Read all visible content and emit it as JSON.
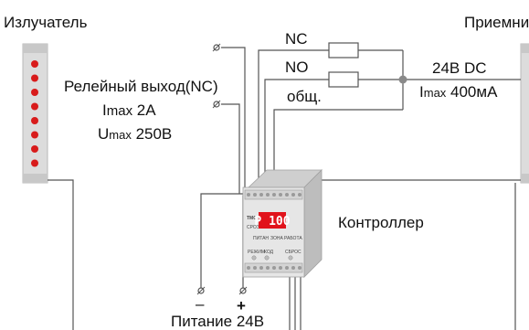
{
  "colors": {
    "line": "#555555",
    "led": "#d81b1b",
    "display": "#e1131b",
    "housing": "#e6e6e6",
    "bar": "#dedede"
  },
  "labels": {
    "emitter": "Излучатель",
    "receiver": "Приемни",
    "relay": "Релейный выход(NC)",
    "imax_prefix_relay": "I",
    "imax_sub_relay": "max",
    "imax_relay_val": " 2A",
    "umax_prefix": "U",
    "umax_sub": "max",
    "umax_val": " 250B",
    "nc": "NC",
    "no": "NO",
    "common": "общ.",
    "dc": "24B DC",
    "imax_prefix_rx": "I",
    "imax_sub_rx": "max",
    "imax_rx_val": " 400мА",
    "controller": "Контроллер",
    "minus": "–",
    "plus": "+",
    "power": "Питание 24В"
  },
  "device": {
    "display_value": "P 100",
    "brand": "ТМО",
    "model": "СРОЭТ",
    "leds": [
      "ПИТАН",
      "ЗОНА",
      "РАБОТА"
    ],
    "buttons": [
      "РЕЖИМ",
      "КОД",
      "СБРОС"
    ]
  },
  "emitter_leds": 8
}
